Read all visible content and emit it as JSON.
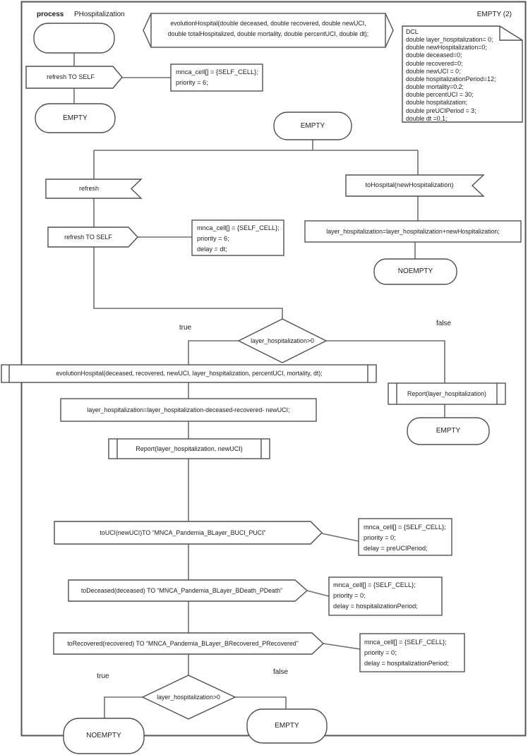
{
  "frame": {
    "process_kind": "process",
    "process_name": "PHospitalization",
    "page_ref": "EMPTY (2)"
  },
  "proc_declaration": {
    "line1": "evolutionHospital(double deceased, double recovered, double newUCI,",
    "line2": "double totalHospitalized, double mortality, double percentUCI, double dt);"
  },
  "dcl_block": {
    "lines": [
      "DCL",
      "double layer_hospitalization= 0;",
      "double newHospitalization=0;",
      "double deceased=0;",
      "double recovered=0;",
      "double newUCI = 0;",
      "double hospitalizationPeriod=12;",
      "double mortality=0.2;",
      "double percentUCI = 30;",
      "double hospitalization;",
      "double preUCIPeriod = 3;",
      "double dt =0.1;"
    ]
  },
  "init_flow": {
    "send_refresh": "refresh TO SELF",
    "comment": [
      "mnca_cell[] = {SELF_CELL};",
      "priority = 6;"
    ],
    "next_state": "EMPTY"
  },
  "wait_state": "EMPTY",
  "refresh_branch": {
    "input": "refresh",
    "send": "refresh TO SELF",
    "comment": [
      "mnca_cell[] = {SELF_CELL};",
      "priority = 6;",
      "delay = dt;"
    ]
  },
  "hospital_branch": {
    "input": "toHospital(newHospitalization)",
    "task": "layer_hospitalization=layer_hospitalization+newHospitalization;",
    "next_state": "NOEMPTY"
  },
  "decision1": {
    "condition": "layer_hospitalization>0",
    "label_true": "true",
    "label_false": "false"
  },
  "true_branch": {
    "call": "evolutionHospital(deceased, recovered, newUCI, layer_hospitalization, percentUCI, mortality, dt);",
    "task": "layer_hospitalization=layer_hospitalization-deceased-recovered- newUCI;",
    "report": "Report(layer_hospitalization, newUCI)",
    "send_uci": {
      "text": "toUCI(newUCI)TO “MNCA_Pandemia_BLayer_BUCI_PUCI”",
      "comment": [
        "mnca_cell[] = {SELF_CELL};",
        "priority = 0;",
        "delay = preUCIPeriod;"
      ]
    },
    "send_deceased": {
      "text": "toDeceased(deceased) TO “MNCA_Pandemia_BLayer_BDeath_PDeath”",
      "comment": [
        "mnca_cell[] = {SELF_CELL};",
        "priority = 0;",
        "delay = hospitalizationPeriod;"
      ]
    },
    "send_recovered": {
      "text": "toRecovered(recovered) TO “MNCA_Pandemia_BLayer_BRecovered_PRecovered”",
      "comment": [
        "mnca_cell[] = {SELF_CELL};",
        "priority = 0;",
        "delay = hospitalizationPeriod;"
      ]
    }
  },
  "false_branch": {
    "report": "Report(layer_hospitalization)",
    "next_state": "EMPTY"
  },
  "decision2": {
    "condition": "layer_hospitalization>0",
    "label_true": "true",
    "label_false": "false",
    "state_true": "NOEMPTY",
    "state_false": "EMPTY"
  },
  "colors": {
    "shape_stroke": "#4f4f4f",
    "connector_stroke": "#6f6f6f",
    "background": "#ffffff",
    "text": "#1c1c1c"
  }
}
